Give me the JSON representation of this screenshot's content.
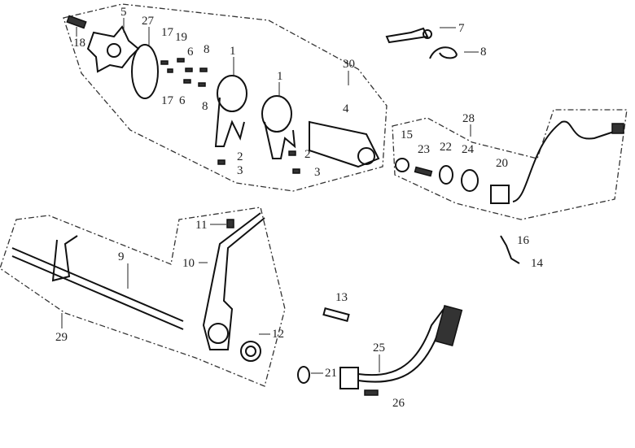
{
  "diagram": {
    "labels": [
      "18",
      "5",
      "27",
      "17",
      "19",
      "6",
      "8",
      "1",
      "1",
      "30",
      "17",
      "6",
      "8",
      "4",
      "2",
      "3",
      "2",
      "3",
      "7",
      "8",
      "28",
      "15",
      "23",
      "22",
      "24",
      "20",
      "16",
      "14",
      "11",
      "10",
      "9",
      "29",
      "12",
      "13",
      "21",
      "25",
      "26"
    ]
  }
}
